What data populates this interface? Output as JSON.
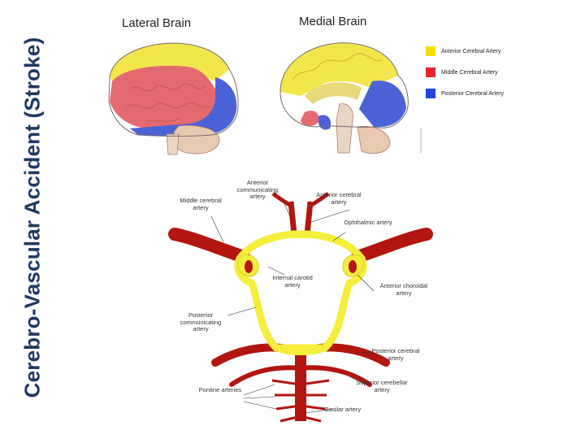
{
  "slide_title": "Cerebro-Vascular Accident (Stroke)",
  "lateral_title": "Lateral Brain",
  "medial_title": "Medial Brain",
  "legend": [
    {
      "label": "Anterior Cerebral Artery",
      "color": "#f5e000"
    },
    {
      "label": "Middle Cerebral Artery",
      "color": "#e8232a"
    },
    {
      "label": "Posterior Cerebral Artery",
      "color": "#2146e0"
    }
  ],
  "circle_labels": {
    "anterior_communicating": "Anterior communicating artery",
    "middle_cerebral": "Middle cerebral artery",
    "anterior_cerebral": "Anterior cerebral artery",
    "ophthalmic": "Ophthalmic artery",
    "internal_carotid": "Internal carotid artery",
    "anterior_choroidal": "Anterior choroidal artery",
    "posterior_communicating": "Posterior communicating artery",
    "posterior_cerebral": "Posterior cerebral artery",
    "superior_cerebellar": "Superior cerebellar artery",
    "pontine": "Pontine arteries",
    "basilar": "Basilar artery"
  },
  "colors": {
    "yellow": "#f3e64c",
    "red": "#e36b6f",
    "blue": "#4b63d6",
    "artery_red": "#b3150f",
    "artery_yellow": "#f5ee3a",
    "title": "#1f3864"
  }
}
